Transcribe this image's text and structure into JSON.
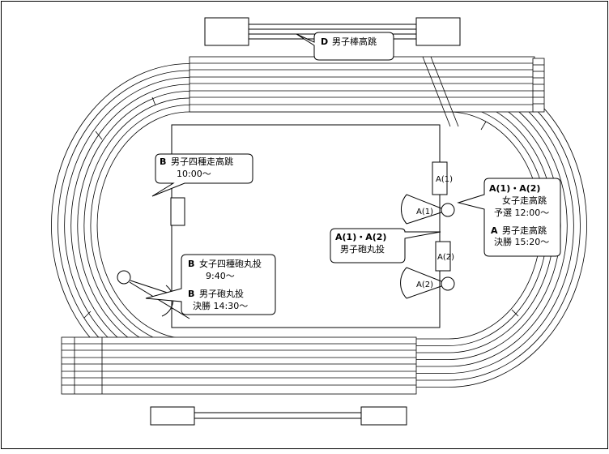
{
  "venue": {
    "facility_labels": {
      "a1": "A(1)",
      "a2": "A(2)"
    },
    "callouts": [
      {
        "id": "D",
        "lines": [
          {
            "code": "D",
            "text": "男子棒高跳"
          }
        ]
      },
      {
        "id": "B-high-jump",
        "lines": [
          {
            "code": "B",
            "text": "男子四種走高跳"
          },
          {
            "code": "",
            "text": "10:00～"
          }
        ]
      },
      {
        "id": "B-shot-put",
        "lines": [
          {
            "code": "B",
            "text": "女子四種砲丸投"
          },
          {
            "code": "",
            "text": "9:40～"
          },
          {
            "code": "B",
            "text": "男子砲丸投"
          },
          {
            "code": "",
            "text": "決勝 14:30～"
          }
        ]
      },
      {
        "id": "A-shot-put",
        "lines": [
          {
            "code": "A(1)・A(2)",
            "text": ""
          },
          {
            "code": "",
            "text": "男子砲丸投"
          }
        ]
      },
      {
        "id": "A-high-jump",
        "lines": [
          {
            "code": "A(1)・A(2)",
            "text": ""
          },
          {
            "code": "",
            "text": "女子走高跳"
          },
          {
            "code": "",
            "text": "予選 12:00～"
          },
          {
            "code": "A",
            "text": "男子走高跳"
          },
          {
            "code": "",
            "text": "決勝 15:20～"
          }
        ]
      }
    ]
  }
}
